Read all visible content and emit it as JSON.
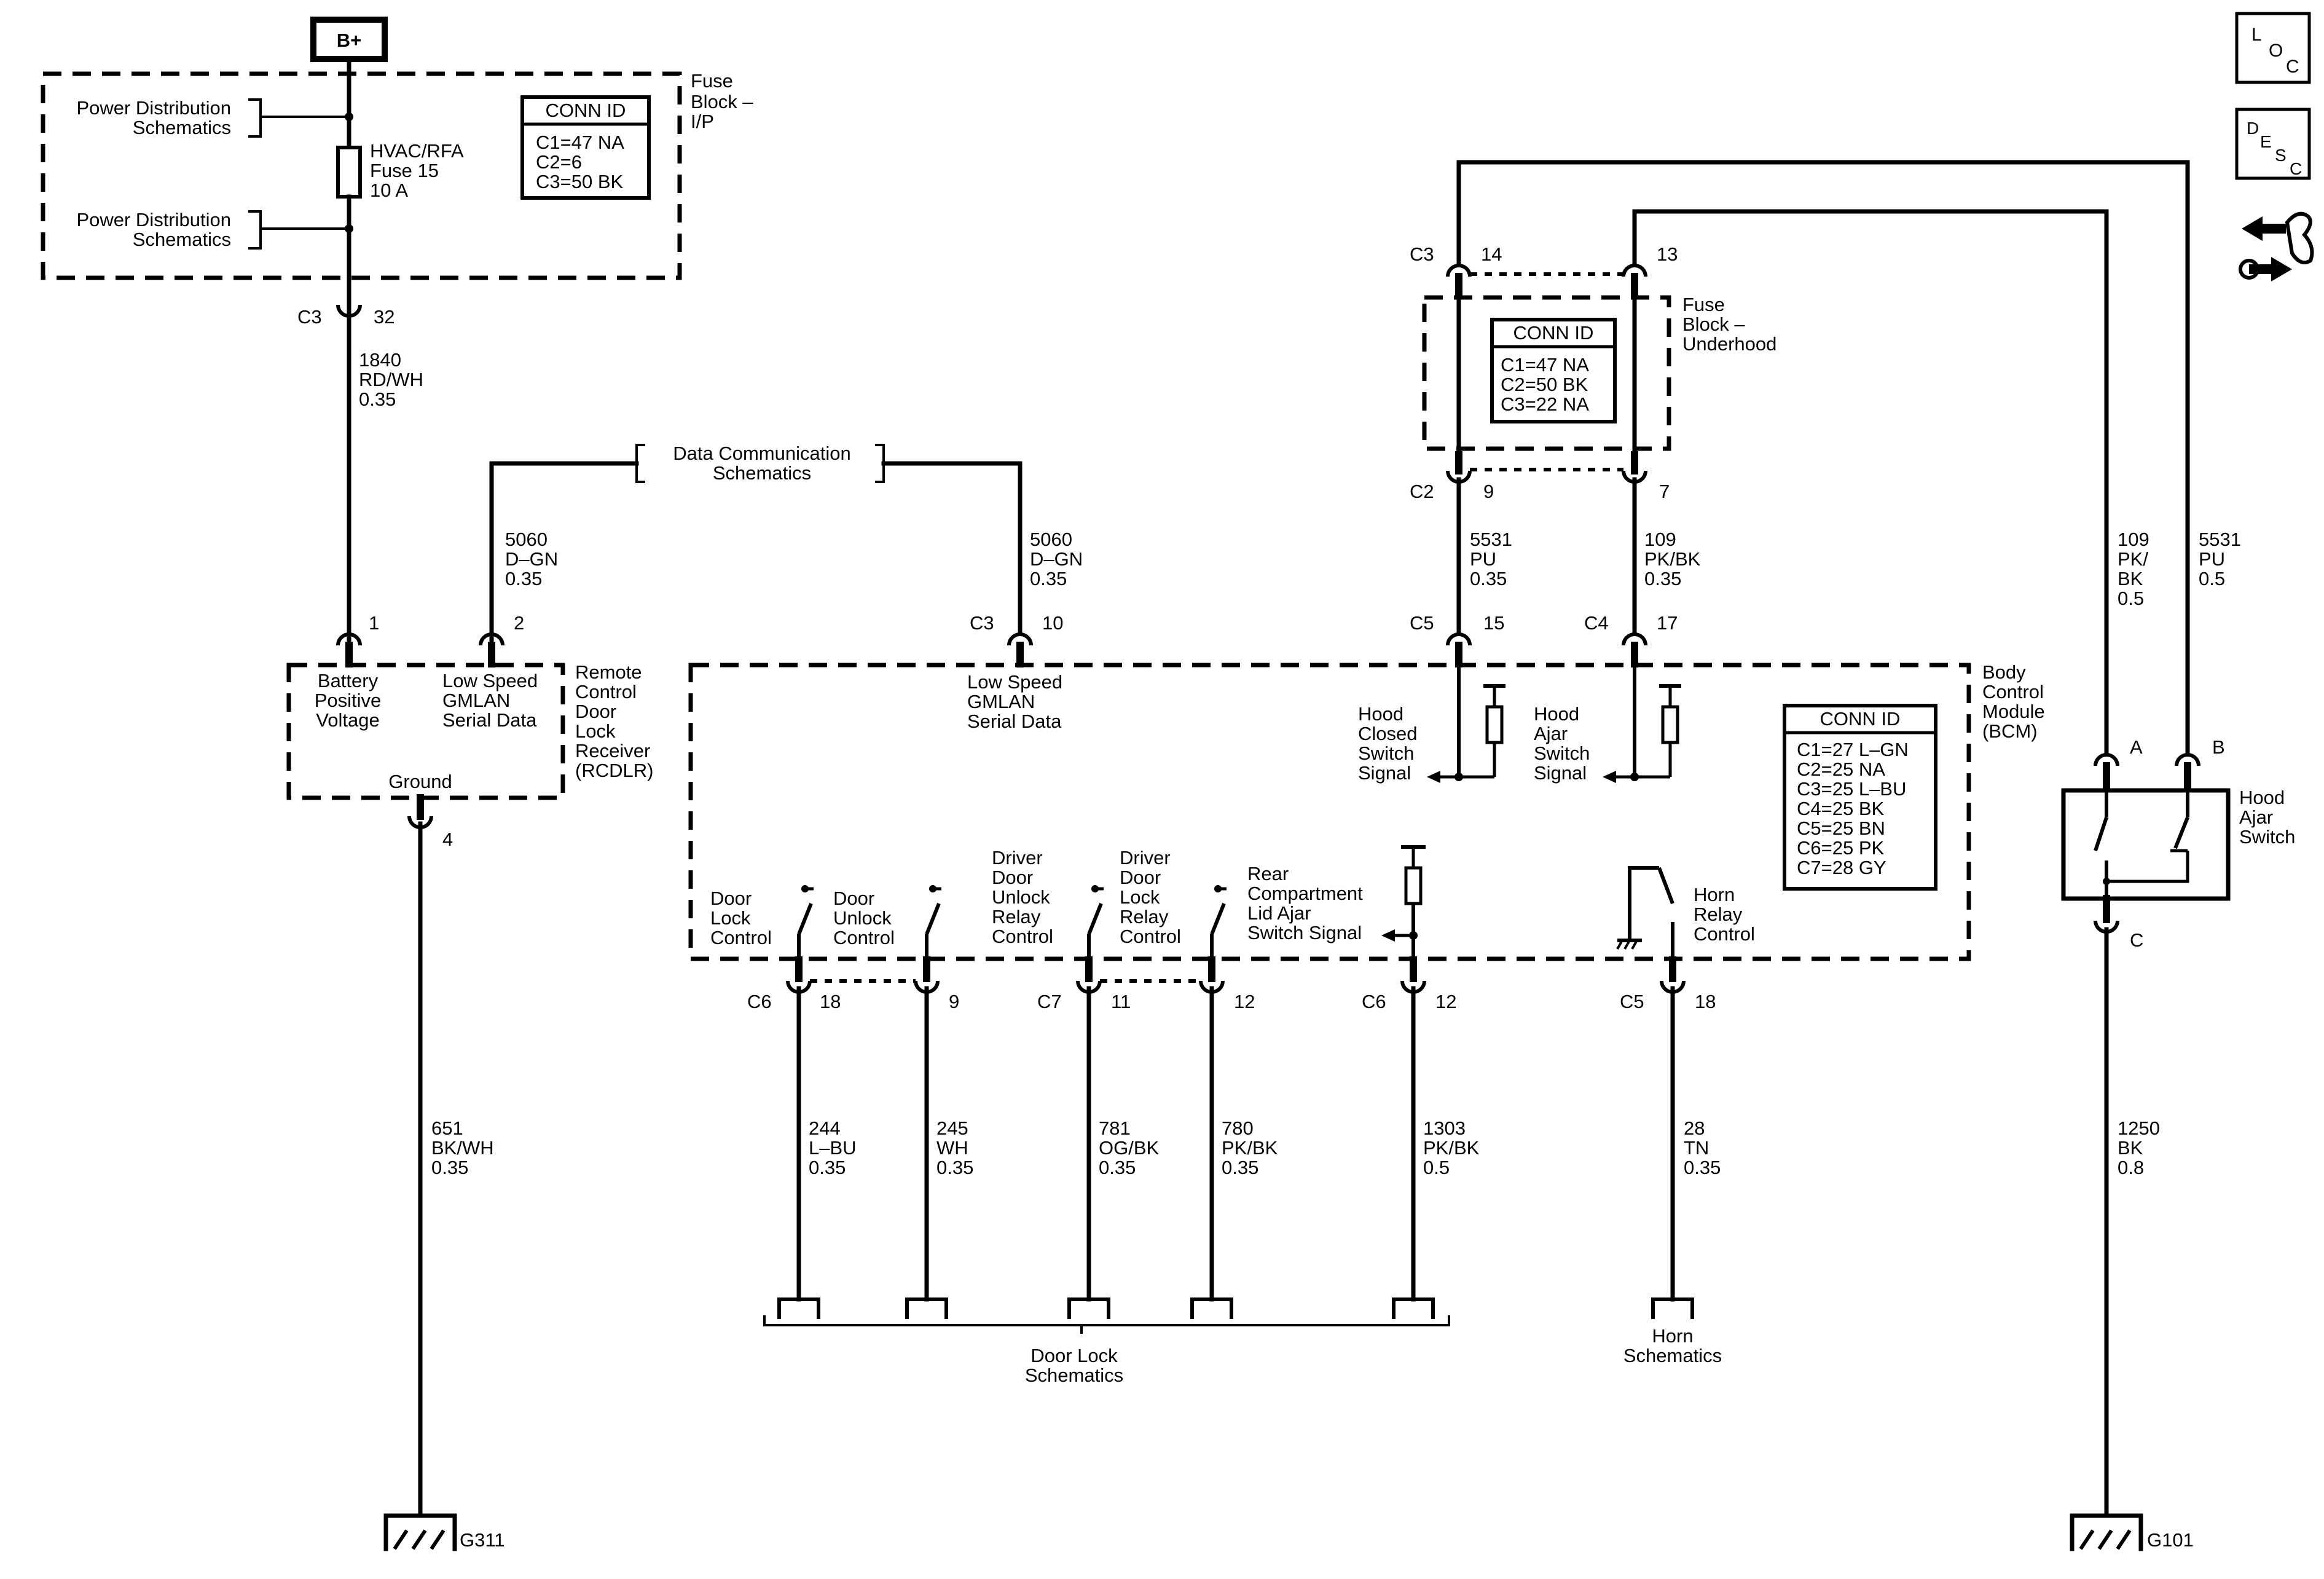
{
  "top": {
    "bplus": "B+"
  },
  "fuse_ip": {
    "name_lines": [
      "Fuse",
      "Block –",
      "I/P"
    ],
    "pd1_lines": [
      "Power Distribution",
      "Schematics"
    ],
    "pd2_lines": [
      "Power Distribution",
      "Schematics"
    ],
    "fuse_lines": [
      "HVAC/RFA",
      "Fuse 15",
      "10 A"
    ],
    "conn_title": "CONN ID",
    "conn_lines": [
      "C1=47 NA",
      "C2=6",
      "C3=50 BK"
    ],
    "pin_conn": "C3",
    "pin_num": "32",
    "wire_lines": [
      "1840",
      "RD/WH",
      "0.35"
    ]
  },
  "data_comm": {
    "lines": [
      "Data Communication",
      "Schematics"
    ]
  },
  "wire_5060_left": [
    "5060",
    "D–GN",
    "0.35"
  ],
  "wire_5060_right": [
    "5060",
    "D–GN",
    "0.35"
  ],
  "rcdlr": {
    "name_lines": [
      "Remote",
      "Control",
      "Door",
      "Lock",
      "Receiver",
      "(RCDLR)"
    ],
    "pin1": "1",
    "pin2": "2",
    "pin4": "4",
    "batt_lines": [
      "Battery",
      "Positive",
      "Voltage"
    ],
    "gmlan_lines": [
      "Low Speed",
      "GMLAN",
      "Serial Data"
    ],
    "ground": "Ground",
    "wire_lines": [
      "651",
      "BK/WH",
      "0.35"
    ],
    "g_label": "G311"
  },
  "fuse_uh": {
    "name_lines": [
      "Fuse",
      "Block –",
      "Underhood"
    ],
    "conn_title": "CONN ID",
    "conn_lines": [
      "C1=47 NA",
      "C2=50 BK",
      "C3=22 NA"
    ],
    "c3": "C3",
    "p14": "14",
    "p13": "13",
    "c2": "C2",
    "p9": "9",
    "p7": "7",
    "wire_5531": [
      "5531",
      "PU",
      "0.35"
    ],
    "wire_109": [
      "109",
      "PK/BK",
      "0.35"
    ]
  },
  "bcm": {
    "name_lines": [
      "Body",
      "Control",
      "Module",
      "(BCM)"
    ],
    "conn_title": "CONN ID",
    "conn_lines": [
      "C1=27 L–GN",
      "C2=25 NA",
      "C3=25 L–BU",
      "C4=25 BK",
      "C5=25 BN",
      "C6=25 PK",
      "C7=28 GY"
    ],
    "gmlan_lines": [
      "Low Speed",
      "GMLAN",
      "Serial Data"
    ],
    "c3": "C3",
    "p10": "10",
    "c5": "C5",
    "p15": "15",
    "c4": "C4",
    "p17": "17",
    "hood_closed_lines": [
      "Hood",
      "Closed",
      "Switch",
      "Signal"
    ],
    "hood_ajar_lines": [
      "Hood",
      "Ajar",
      "Switch",
      "Signal"
    ],
    "door_lock_lines": [
      "Door",
      "Lock",
      "Control"
    ],
    "door_unlock_lines": [
      "Door",
      "Unlock",
      "Control"
    ],
    "drv_unlock_lines": [
      "Driver",
      "Door",
      "Unlock",
      "Relay",
      "Control"
    ],
    "drv_lock_lines": [
      "Driver",
      "Door",
      "Lock",
      "Relay",
      "Control"
    ],
    "rear_lines": [
      "Rear",
      "Compartment",
      "Lid Ajar",
      "Switch Signal"
    ],
    "horn_lines": [
      "Horn",
      "Relay",
      "Control"
    ],
    "c6a": "C6",
    "p18a": "18",
    "p9b": "9",
    "c7": "C7",
    "p11": "11",
    "p12a": "12",
    "c6b": "C6",
    "p12b": "12",
    "c5b": "C5",
    "p18b": "18"
  },
  "bottom_wires": {
    "w244": [
      "244",
      "L–BU",
      "0.35"
    ],
    "w245": [
      "245",
      "WH",
      "0.35"
    ],
    "w781": [
      "781",
      "OG/BK",
      "0.35"
    ],
    "w780": [
      "780",
      "PK/BK",
      "0.35"
    ],
    "w1303": [
      "1303",
      "PK/BK",
      "0.5"
    ],
    "w28": [
      "28",
      "TN",
      "0.35"
    ],
    "door_lock_sch": [
      "Door Lock",
      "Schematics"
    ],
    "horn_sch": [
      "Horn",
      "Schematics"
    ]
  },
  "hood_switch": {
    "name_lines": [
      "Hood",
      "Ajar",
      "Switch"
    ],
    "pa": "A",
    "pb": "B",
    "pc": "C",
    "w109": [
      "109",
      "PK/",
      "BK",
      "0.5"
    ],
    "w5531": [
      "5531",
      "PU",
      "0.5"
    ],
    "w1250": [
      "1250",
      "BK",
      "0.8"
    ],
    "g_label": "G101"
  },
  "side_icons": {
    "loc": "LOC",
    "desc": "DESC",
    "nav_icon": "connector-navigation-icon"
  }
}
